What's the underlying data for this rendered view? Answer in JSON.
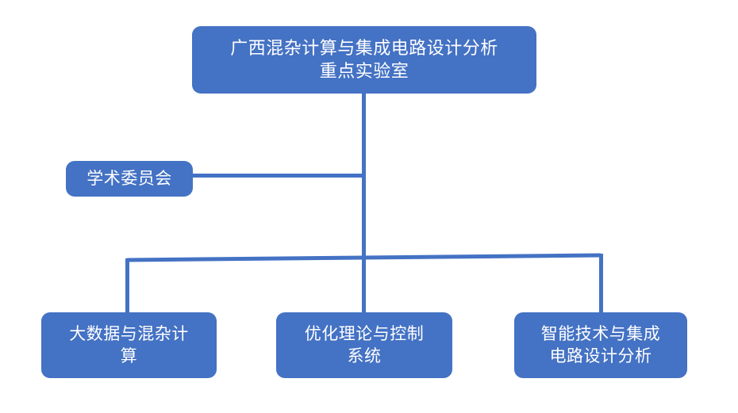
{
  "diagram": {
    "type": "organization-chart",
    "title_text": "广西混杂计算与集成电路设计分析重点实验室",
    "background_color": "#ffffff",
    "node_fill_color": "#4472C4",
    "node_text_color": "#ffffff",
    "connector_color": "#4472C4"
  },
  "root": {
    "label": "广西混杂计算与集成电路设计分析\n重点实验室",
    "line_1": "广西混杂计算与集成电路设计分析",
    "line_2": "重点实验室"
  },
  "committee": {
    "label": "学术委员会"
  },
  "units": [
    {
      "label": "大数据与混杂计\n算",
      "line_1": "大数据与混杂计",
      "line_2": "算"
    },
    {
      "label": "优化理论与控制\n系统",
      "line_1": "优化理论与控制",
      "line_2": "系统"
    },
    {
      "label": "智能技术与集成\n电路设计分析",
      "line_1": "智能技术与集成",
      "line_2": "电路设计分析"
    }
  ]
}
